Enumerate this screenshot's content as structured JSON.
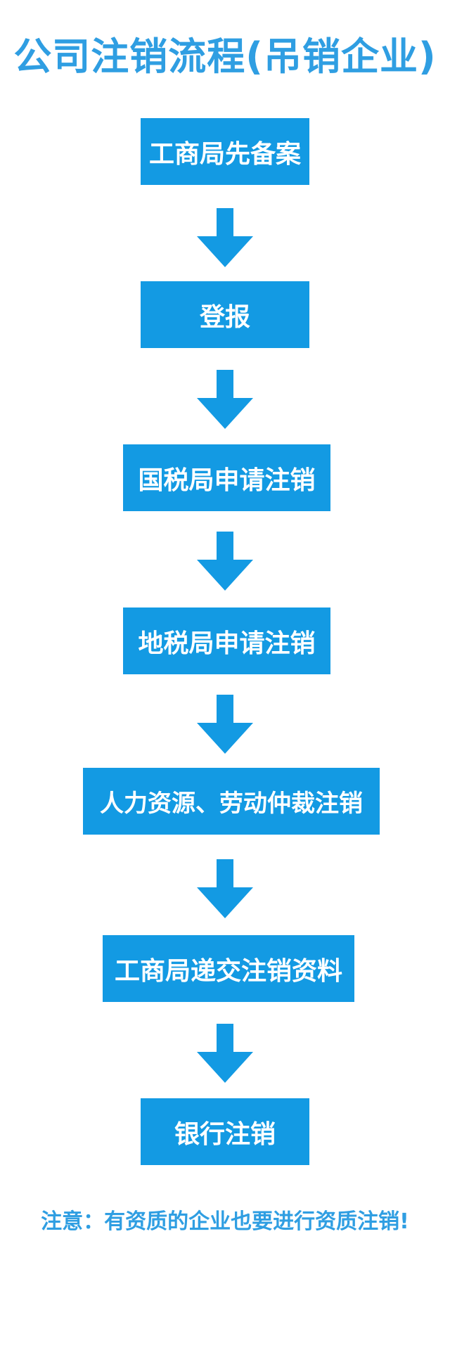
{
  "title": "公司注销流程(吊销企业)",
  "steps": [
    {
      "label": "工商局先备案"
    },
    {
      "label": "登报"
    },
    {
      "label": "国税局申请注销"
    },
    {
      "label": "地税局申请注销"
    },
    {
      "label": "人力资源、劳动仲裁注销"
    },
    {
      "label": "工商局递交注销资料"
    },
    {
      "label": "银行注销"
    }
  ],
  "note": "注意：有资质的企业也要进行资质注销!",
  "colors": {
    "box": "#139ae3",
    "box_text": "#ffffff",
    "title": "#2f9ee2",
    "arrow": "#139ae3"
  },
  "arrow_icon": "arrow-down-icon"
}
